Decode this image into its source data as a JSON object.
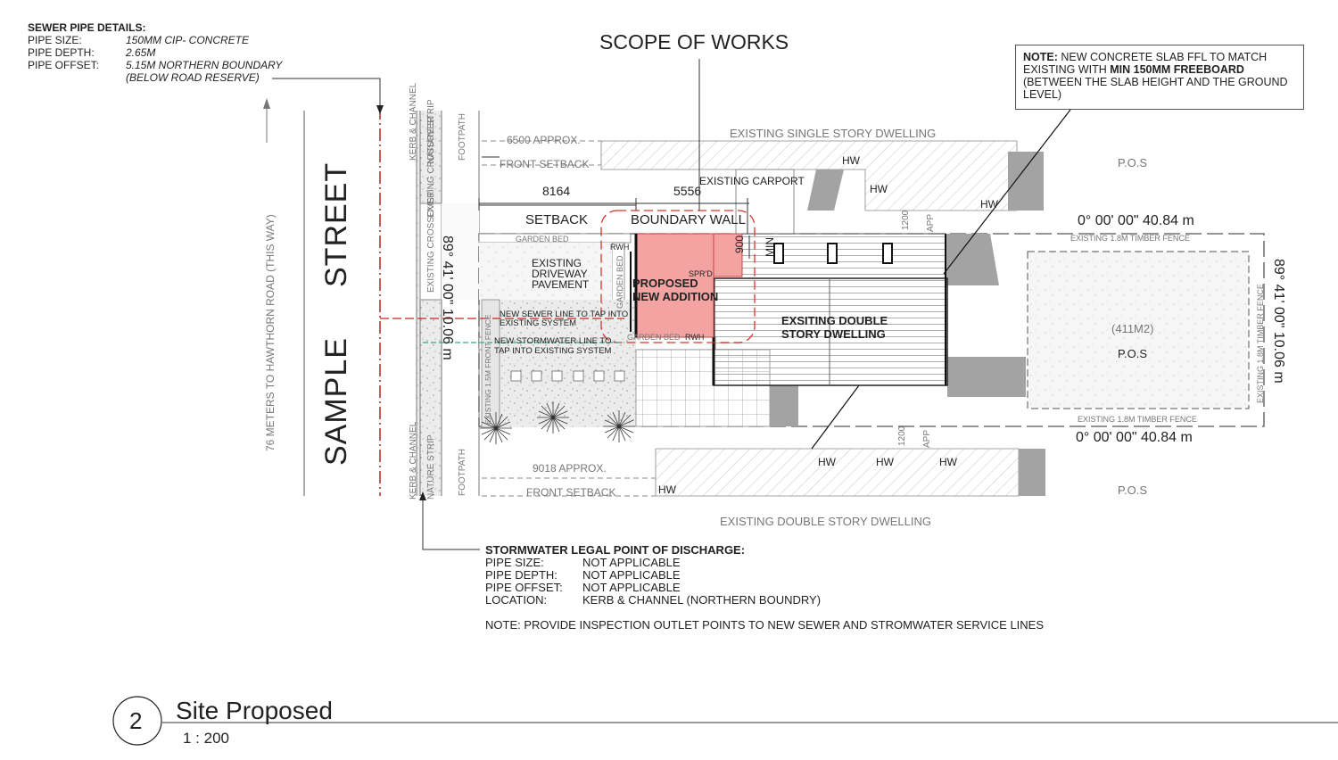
{
  "sewer": {
    "heading": "SEWER PIPE DETAILS:",
    "rows": [
      {
        "label": "PIPE SIZE:",
        "value": "150MM CIP- CONCRETE"
      },
      {
        "label": "PIPE DEPTH:",
        "value": "2.65M"
      },
      {
        "label": "PIPE OFFSET:",
        "value": "5.15M NORTHERN BOUNDARY"
      }
    ],
    "extra": "(BELOW ROAD RESERVE)"
  },
  "scope_title": "SCOPE OF WORKS",
  "note": {
    "prefix": "NOTE:",
    "line1": " NEW CONCRETE SLAB FFL TO MATCH",
    "line2a": "EXISTING WITH ",
    "line2b": "MIN 150MM FREEBOARD",
    "line3": "(BETWEEN THE SLAB HEIGHT AND THE GROUND",
    "line4": "LEVEL)"
  },
  "street": {
    "word1": "SAMPLE",
    "word2": "STREET",
    "direction": "76 METERS TO HAWTHORN ROAD (THIS WAY)",
    "kerb_top": "KERB & CHANNEL",
    "nature_top": "NATURE STRIP",
    "footpath_top": "FOOTPATH",
    "crossover_top": "EXISTING CROSSOVER",
    "crossover_mid": "EXISTING CROSSOVER",
    "kerb_bottom": "KERB & CHANNEL",
    "nature_bottom": "NATURE STRIP",
    "footpath_bottom": "FOOTPATH"
  },
  "site": {
    "approx_top": "6500 APPROX.",
    "setback_top": "FRONT SETBACK",
    "dim_8164": "8164",
    "dim_5556": "5556",
    "setback": "SETBACK",
    "boundary_wall": "BOUNDARY WALL",
    "carport": "EXISTING CARPORT",
    "neighbour_top": "EXISTING SINGLE STORY DWELLING",
    "neighbour_bottom": "EXISTING DOUBLE STORY DWELLING",
    "garden_bed_top": "GARDEN BED",
    "garden_bed_side": "GARDEN BED",
    "garden_bed_bottom": "GARDEN BED",
    "rwh_top": "RWH",
    "rwh_bottom": "RWH",
    "driveway1": "EXISTING",
    "driveway2": "DRIVEWAY",
    "driveway3": "PAVEMENT",
    "proposed1": "PROPOSED",
    "proposed2": "NEW ADDITION",
    "sprd": "SPR'D",
    "dwelling1": "EXSITING DOUBLE",
    "dwelling2": "STORY DWELLING",
    "dim_900": "900",
    "min": "MIN",
    "dim_1200_top": "1200",
    "app_top": "APP",
    "dim_1200_bottom": "1200",
    "app_bottom": "APP",
    "hw": [
      "HW",
      "HW",
      "HW",
      "HW",
      "HW",
      "HW",
      "HW"
    ],
    "sewer_line1": "NEW SEWER LINE TO TAP INTO",
    "sewer_line2": "EXISTING SYSTEM",
    "storm_line1": "NEW STORMWATER LINE TO",
    "storm_line2": "TAP INTO EXISTING SYSTEM",
    "front_fence": "EXISTING 1.5M FRONT FENCE",
    "approx_bottom": "9018 APPROX.",
    "setback_bottom": "FRONT SETBACK",
    "pos_top": "P.O.S",
    "pos_bottom": "P.O.S",
    "bearing_top": "0° 00' 00\"  40.84 m",
    "bearing_bottom": "0° 00' 00\"  40.84 m",
    "bearing_left": "89° 41' 00\"  10.06 m",
    "bearing_right": "89° 41' 00\"  10.06 m",
    "fence_top": "EXISTING 1.8M TIMBER FENCE",
    "fence_bottom": "EXISTING 1.8M TIMBER FENCE",
    "fence_right": "EXISTING 1.8M TIMBER FENCE",
    "area": "(411M2)",
    "pos_rear": "P.O.S"
  },
  "stormwater": {
    "heading": "STORMWATER LEGAL POINT OF DISCHARGE:",
    "rows": [
      {
        "label": "PIPE SIZE:",
        "value": "NOT APPLICABLE"
      },
      {
        "label": "PIPE DEPTH:",
        "value": "NOT APPLICABLE"
      },
      {
        "label": "PIPE OFFSET:",
        "value": "NOT APPLICABLE"
      },
      {
        "label": "LOCATION:",
        "value": "KERB & CHANNEL (NORTHERN BOUNDRY)"
      }
    ],
    "note": "NOTE: PROVIDE INSPECTION OUTLET POINTS TO NEW SEWER AND STROMWATER SERVICE LINES"
  },
  "title_block": {
    "number": "2",
    "title": "Site Proposed",
    "scale": "1 : 200"
  },
  "colors": {
    "proposed_fill": "#f4a3a3",
    "scope_outline": "#d9342b",
    "hatch_grey": "#b5b5b5",
    "dark_grey": "#9a9a9a"
  }
}
